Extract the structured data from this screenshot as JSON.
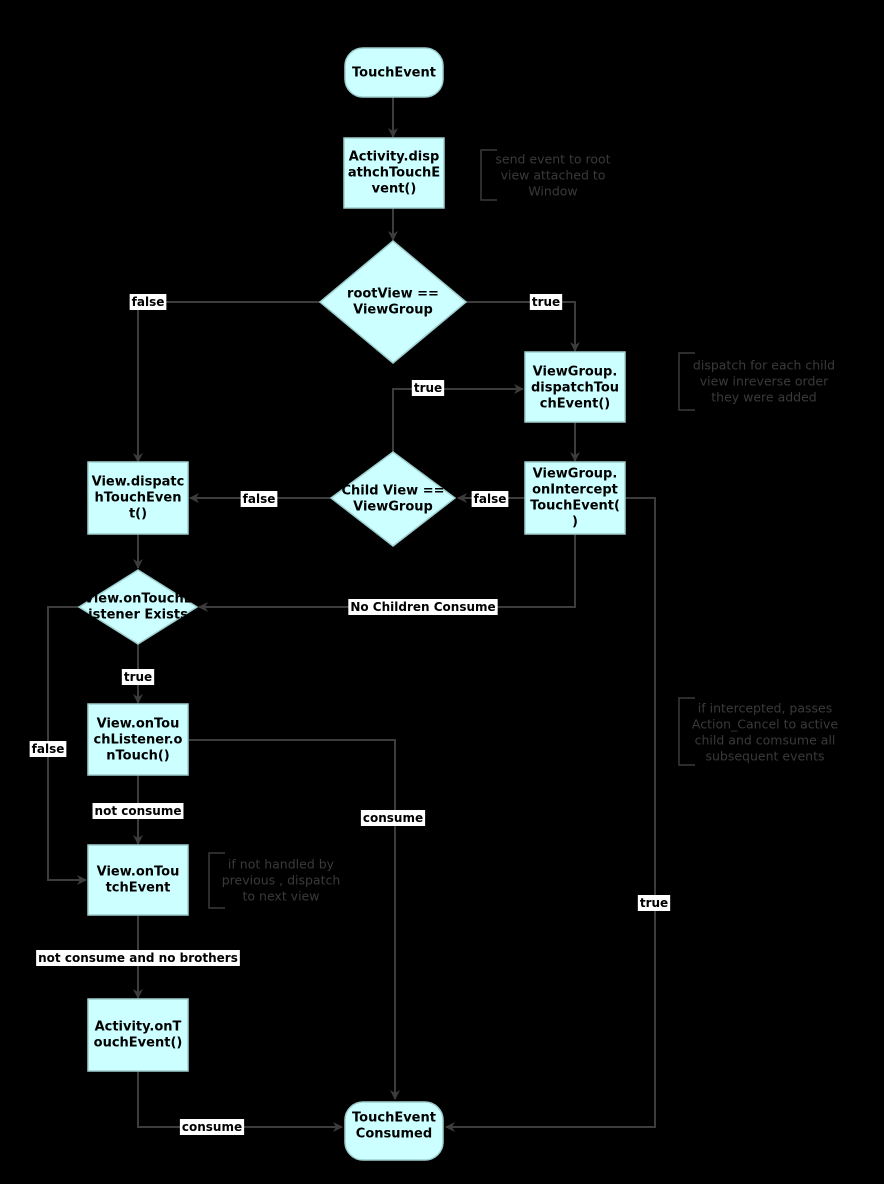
{
  "nodes": {
    "touch_event": {
      "lines": [
        "TouchEvent"
      ]
    },
    "activity_dispatch": {
      "lines": [
        "Activity.disp",
        "athchTouchE",
        "vent()"
      ]
    },
    "root_is_viewgroup": {
      "lines": [
        "rootView ==",
        "ViewGroup"
      ]
    },
    "viewgroup_dispatch": {
      "lines": [
        "ViewGroup.",
        "dispatchTou",
        "chEvent()"
      ]
    },
    "viewgroup_intercept": {
      "lines": [
        "ViewGroup.",
        "onIntercept",
        "TouchEvent(",
        ")"
      ]
    },
    "child_is_viewgroup": {
      "lines": [
        "Child View ==",
        "ViewGroup"
      ]
    },
    "view_dispatch": {
      "lines": [
        "View.dispatc",
        "hTouchEven",
        "t()"
      ]
    },
    "listener_exists": {
      "lines": [
        "View.onTouchL",
        "istener Exists"
      ]
    },
    "listener_ontouch": {
      "lines": [
        "View.onTou",
        "chListener.o",
        "nTouch()"
      ]
    },
    "view_ontouchevent": {
      "lines": [
        "View.onTou",
        "tchEvent"
      ]
    },
    "activity_ontouchevent": {
      "lines": [
        "Activity.onT",
        "ouchEvent()"
      ]
    },
    "consumed": {
      "lines": [
        "TouchEvent",
        "Consumed"
      ]
    }
  },
  "edge_labels": {
    "root_false": "false",
    "root_true": "true",
    "child_true": "true",
    "child_false": "false",
    "intercept_false": "false",
    "no_children_consume": "No Children Consume",
    "listener_true": "true",
    "listener_false": "false",
    "ontouch_not_consume": "not consume",
    "ontouch_consume": "consume",
    "ontouchevent_not_consume": "not consume and no brothers",
    "activity_consume": "consume",
    "intercept_true": "true"
  },
  "notes": {
    "root_view": {
      "lines": [
        "send event to root",
        "view attached to",
        "Window"
      ]
    },
    "each_child": {
      "lines": [
        "dispatch for each child",
        "view inreverse order",
        "they were added"
      ]
    },
    "intercepted": {
      "lines": [
        "if intercepted, passes",
        "Action_Cancel to active",
        "child and comsume all",
        "subsequent events"
      ]
    },
    "next_view": {
      "lines": [
        "if not handled by",
        "previous , dispatch",
        "to next view"
      ]
    }
  },
  "colors": {
    "background": "#000000",
    "node_fill": "#ccffff",
    "node_stroke": "#9fcfcf",
    "edge": "#3c3c3c",
    "label_bg": "#ffffff",
    "note_text": "#3a3a3a"
  }
}
